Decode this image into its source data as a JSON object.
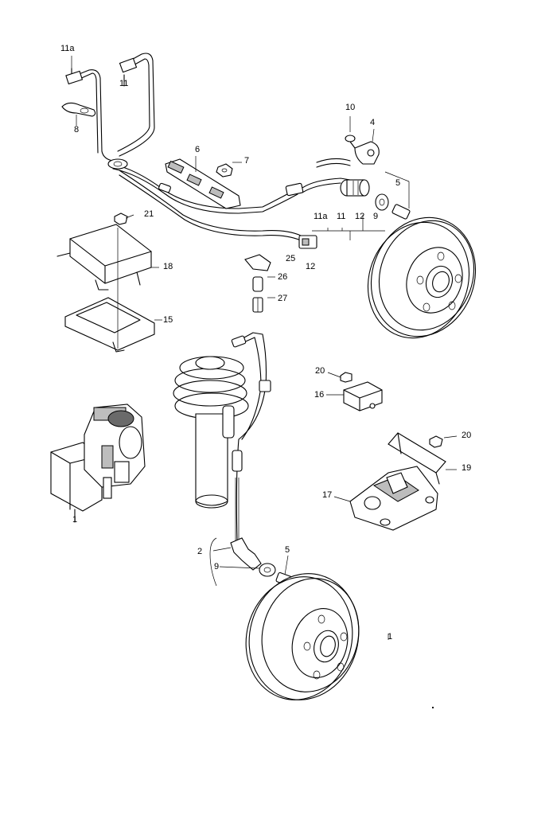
{
  "labels": {
    "l11a_top": "11a",
    "l11_top": "11",
    "l8": "8",
    "l10": "10",
    "l4": "4",
    "l6": "6",
    "l7": "7",
    "l5_top": "5",
    "l11a_mid": "11a",
    "l11_mid": "11",
    "l12_mid": "12",
    "l9_top": "9",
    "l21": "21",
    "l25": "25",
    "l12_low": "12",
    "l18": "18",
    "l26": "26",
    "l27": "27",
    "l15": "15",
    "l20_a": "20",
    "l16": "16",
    "l20_b": "20",
    "l19": "19",
    "l17": "17",
    "l1_left": "1",
    "l2": "2",
    "l9_low": "9",
    "l5_low": "5",
    "l1_disc": "1"
  }
}
